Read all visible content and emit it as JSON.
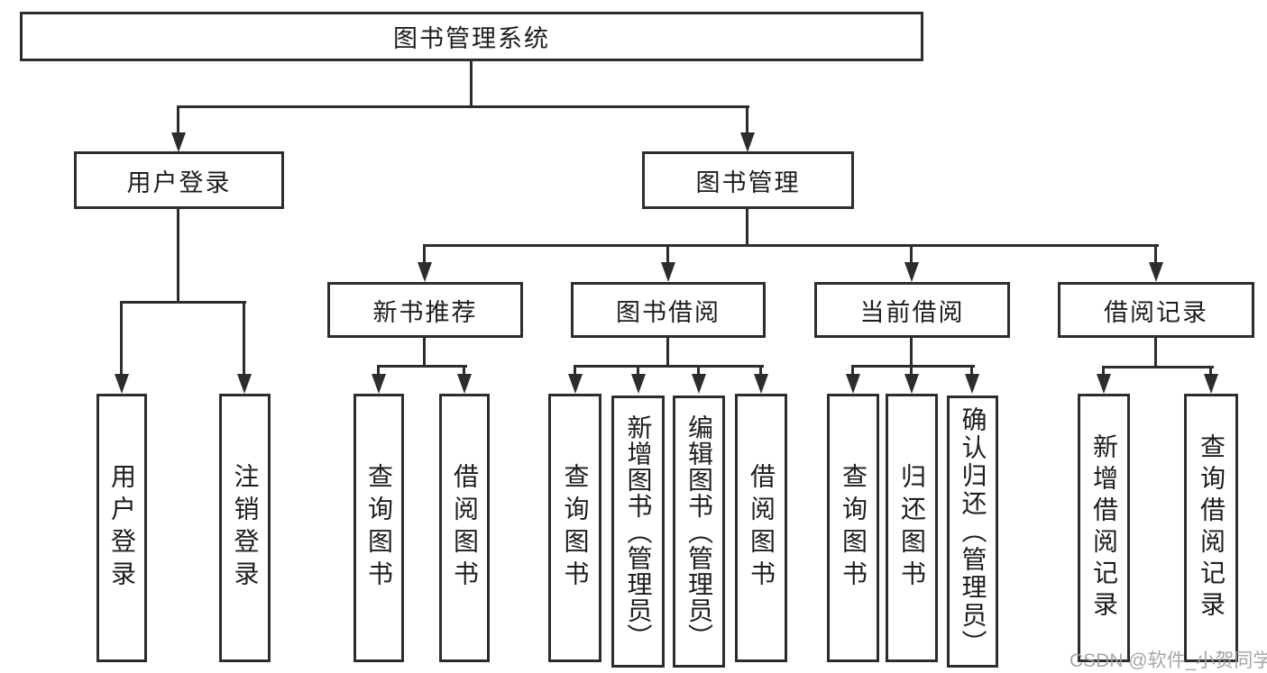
{
  "tree": {
    "root_label": "图书管理系统",
    "user_login": {
      "label": "用户登录",
      "children": {
        "login": "用户登录",
        "logout": "注销登录"
      }
    },
    "book_mgmt": {
      "label": "图书管理",
      "new_book_rec": {
        "label": "新书推荐",
        "children": {
          "query_books": "查询图书",
          "borrow_books": "借阅图书"
        }
      },
      "book_borrow": {
        "label": "图书借阅",
        "children": {
          "query_books": "查询图书",
          "add_books": "新增图书（管理员）",
          "edit_books": "编辑图书（管理员）",
          "borrow_books": "借阅图书"
        }
      },
      "current_borrow": {
        "label": "当前借阅",
        "children": {
          "query_books": "查询图书",
          "return_books": "归还图书",
          "confirm_return": "确认归还（管理员）"
        }
      },
      "borrow_records": {
        "label": "借阅记录",
        "children": {
          "add_record": "新增借阅记录",
          "query_record": "查询借阅记录"
        }
      }
    }
  },
  "watermark": "CSDN @软件_小贺同学"
}
